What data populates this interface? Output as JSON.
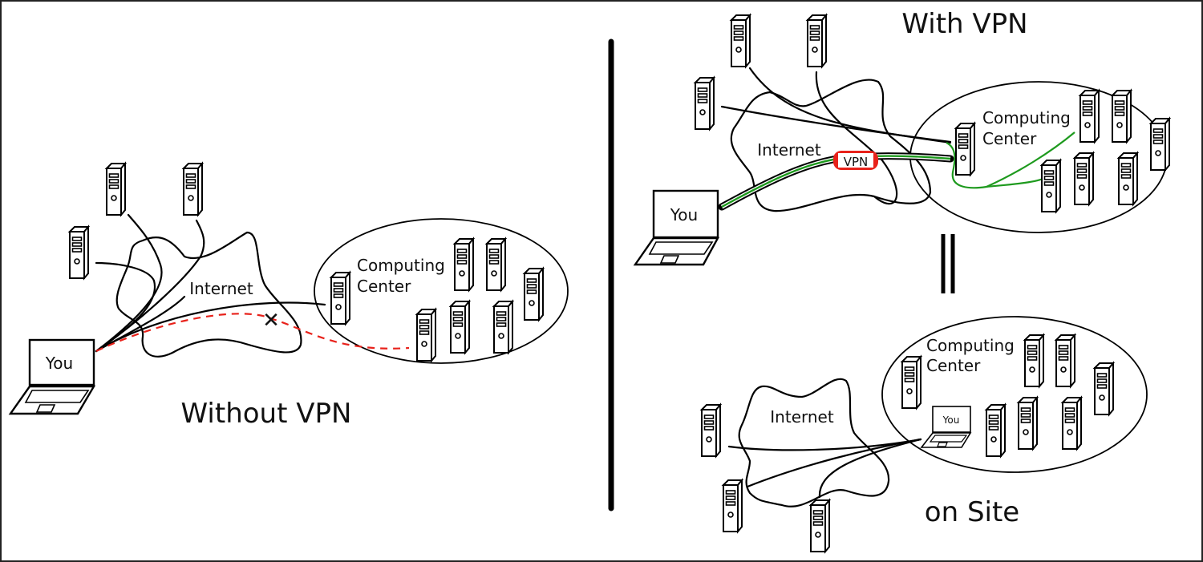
{
  "panels": {
    "without_vpn": {
      "title": "Without VPN",
      "you_label": "You",
      "internet_label": "Internet",
      "center_label_1": "Computing",
      "center_label_2": "Center",
      "blocked_marker": "✕"
    },
    "with_vpn": {
      "title": "With VPN",
      "you_label": "You",
      "internet_label": "Internet",
      "center_label_1": "Computing",
      "center_label_2": "Center",
      "tunnel_label": "VPN"
    },
    "on_site": {
      "title": "on Site",
      "you_label": "You",
      "internet_label": "Internet",
      "center_label_1": "Computing",
      "center_label_2": "Center"
    },
    "equals_sign": "="
  },
  "colors": {
    "line": "#000000",
    "blocked_path": "#e8221b",
    "vpn_tunnel": "#e8221b",
    "vpn_path": "#1e9a1e",
    "divider": "#000000"
  }
}
